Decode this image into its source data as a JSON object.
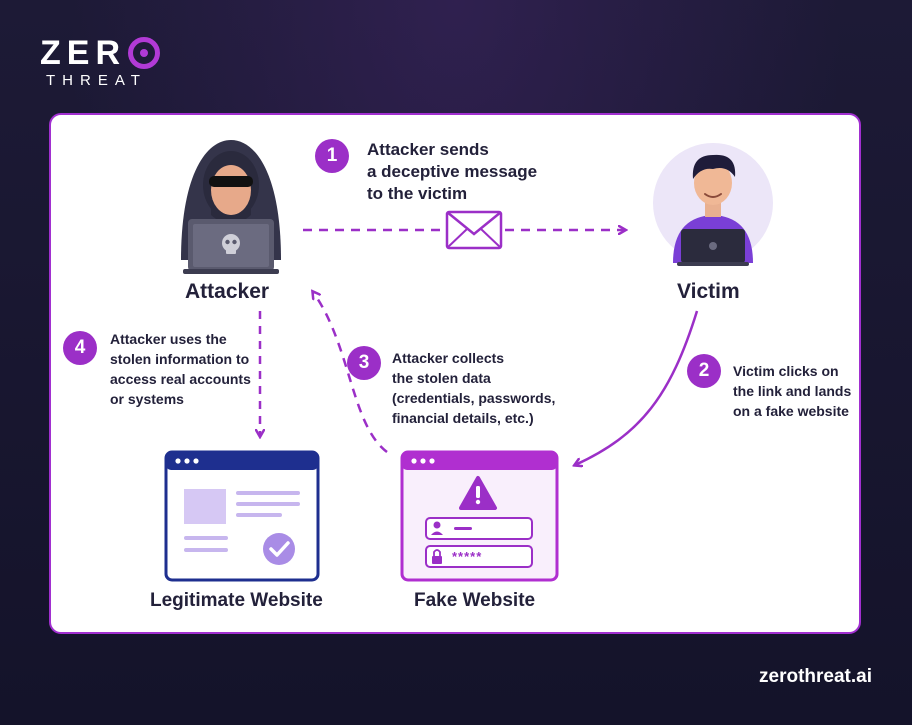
{
  "brand": {
    "word": "ZER",
    "sub": "THREAT",
    "url": "zerothreat.ai"
  },
  "actors": {
    "attacker": "Attacker",
    "victim": "Victim"
  },
  "steps": [
    {
      "num": "1",
      "text": [
        "Attacker sends",
        "a deceptive message",
        "to the victim"
      ]
    },
    {
      "num": "2",
      "text": [
        "Victim clicks on",
        "the link and lands",
        "on a fake website"
      ]
    },
    {
      "num": "3",
      "text": [
        "Attacker collects",
        "the stolen data",
        "(credentials, passwords,",
        "financial details, etc.)"
      ]
    },
    {
      "num": "4",
      "text": [
        "Attacker uses the",
        "stolen information to",
        "access real accounts",
        "or systems"
      ]
    }
  ],
  "sites": {
    "legit": "Legitimate Website",
    "fake": "Fake Website",
    "password_mask": "*****"
  },
  "colors": {
    "accent": "#9b2fc7",
    "navy": "#1e2f8f",
    "bg": "#16152b"
  }
}
